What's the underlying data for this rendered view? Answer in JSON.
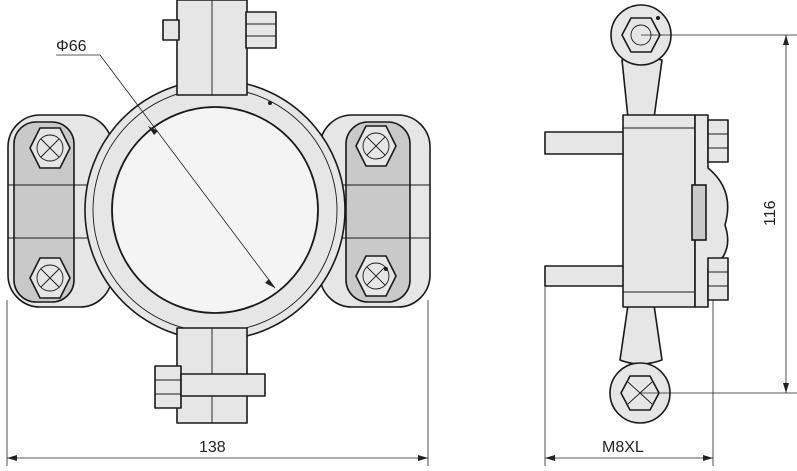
{
  "drawing": {
    "diameter_label": "Φ66",
    "width_label": "138",
    "height_label": "116",
    "bolt_label": "M8XL"
  }
}
